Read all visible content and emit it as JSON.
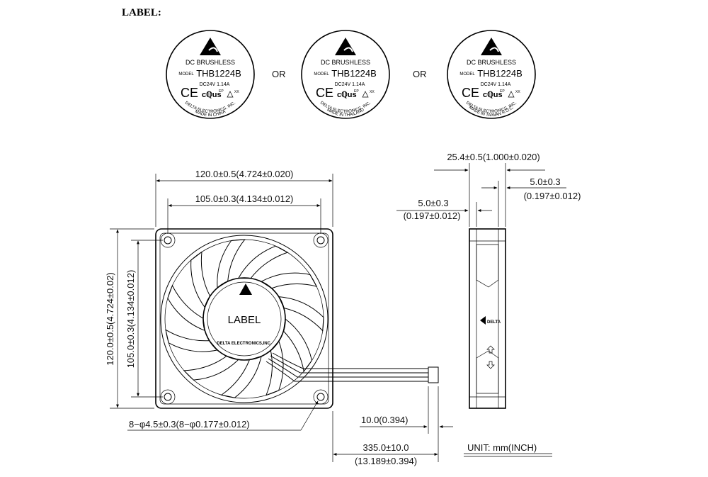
{
  "header": {
    "title": "LABEL:"
  },
  "labels": [
    {
      "line1": "DC BRUSHLESS",
      "model_prefix": "MODEL",
      "model": "THB1224B",
      "rating": "DC24V  1.14A",
      "ce": "CE",
      "ul": "cℚus",
      "ep": "EP",
      "xx": "XX",
      "company": "DELTA ELECTRONICS, INC.",
      "origin": "MADE IN CHINA"
    },
    {
      "line1": "DC BRUSHLESS",
      "model_prefix": "MODEL",
      "model": "THB1224B",
      "rating": "DC24V  1.14A",
      "ce": "CE",
      "ul": "cℚus",
      "ep": "EP",
      "xx": "XX",
      "company": "DELTA ELECTRONICS, INC.",
      "origin": "MADE IN THAILAND"
    },
    {
      "line1": "DC BRUSHLESS",
      "model_prefix": "MODEL",
      "model": "THB1224B",
      "rating": "DC24V  1.14A",
      "ce": "CE",
      "ul": "cℚus",
      "ep": "EP",
      "xx": "XX",
      "company": "DELTA ELECTRONICS, INC.",
      "origin": "MADE IN TAIWAN R.O.C."
    }
  ],
  "or_text": [
    "OR",
    "OR"
  ],
  "front_view": {
    "hub_label": "LABEL",
    "hub_company": "DELTA ELECTRONICS,INC.",
    "dim_width": "120.0±0.5(4.724±0.020)",
    "dim_hole_spacing": "105.0±0.3(4.134±0.012)",
    "dim_height": "120.0±0.5(4.724±0.02)",
    "dim_hole_spacing_v": "105.0±0.3(4.134±0.012)",
    "dim_holes": "8−φ4.5±0.3(8−φ0.177±0.012)",
    "dim_wire_strip": "10.0(0.394)",
    "dim_wire_length": "335.0±10.0",
    "dim_wire_length_inch": "(13.189±0.394)"
  },
  "side_view": {
    "dim_depth": "25.4±0.5(1.000±0.020)",
    "dim_flange_left": "5.0±0.3",
    "dim_flange_left_inch": "(0.197±0.012)",
    "dim_flange_right": "5.0±0.3",
    "dim_flange_right_inch": "(0.197±0.012)",
    "logo_text": "DELTA"
  },
  "unit_text": "UNIT:  mm(INCH)"
}
